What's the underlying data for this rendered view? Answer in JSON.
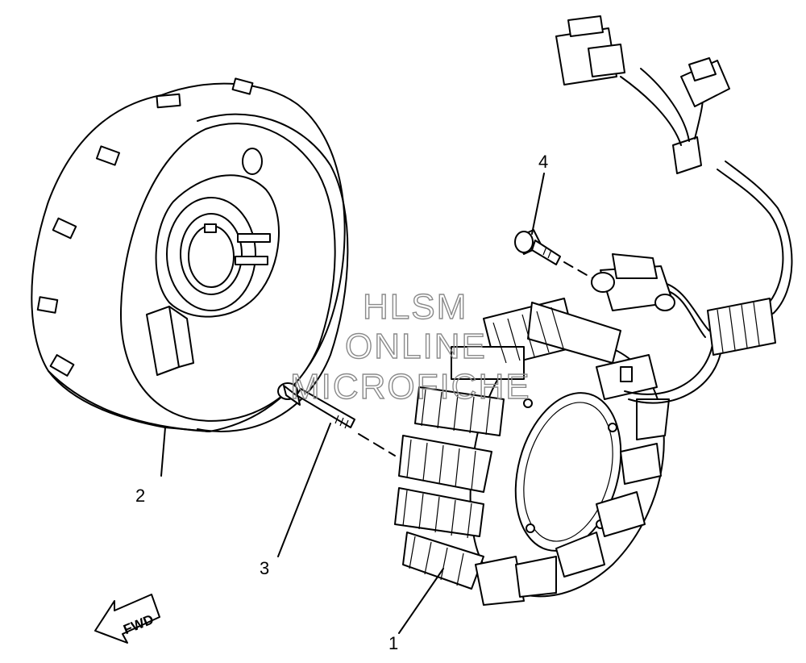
{
  "callouts": [
    {
      "label": "1"
    },
    {
      "label": "2"
    },
    {
      "label": "3"
    },
    {
      "label": "4"
    }
  ],
  "direction_arrow": {
    "label": "FWD"
  },
  "watermark": {
    "lines": [
      "HLSM",
      "ONLINE",
      "MICROFICHE"
    ]
  }
}
